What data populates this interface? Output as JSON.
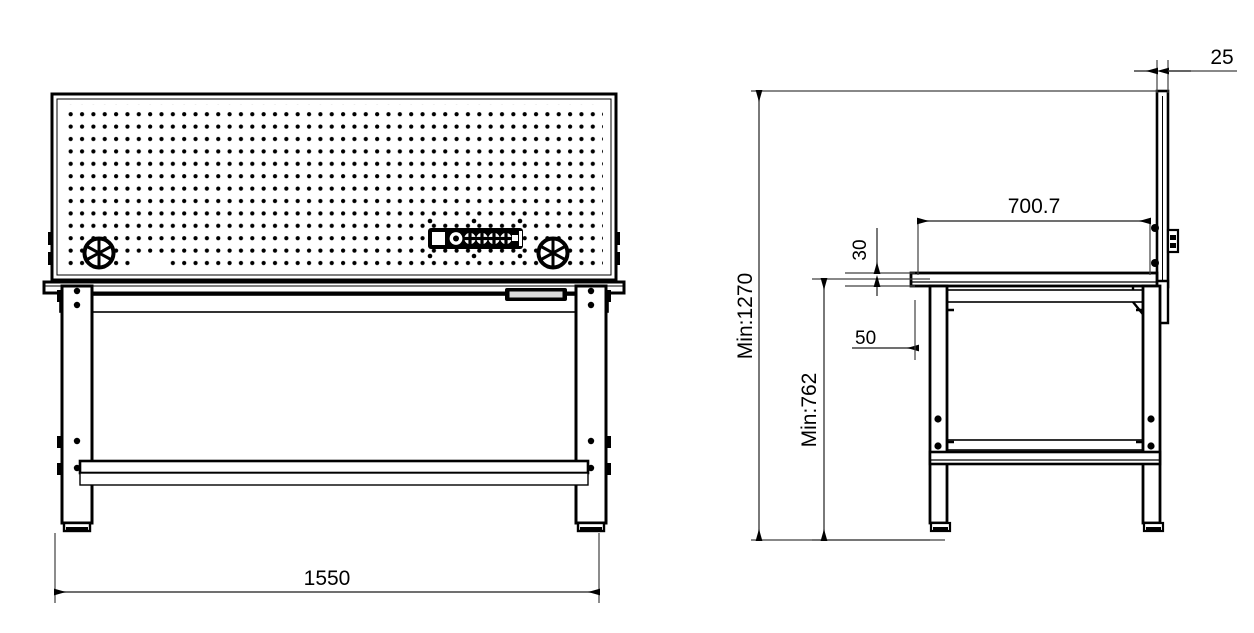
{
  "drawing": {
    "type": "engineering-drawing",
    "subject": "workbench-with-pegboard",
    "units": "mm",
    "views": [
      {
        "id": "front",
        "name": "front-elevation"
      },
      {
        "id": "side",
        "name": "side-elevation"
      }
    ]
  },
  "dimensions": {
    "overall_width": "1550",
    "overall_height_min": "Min:1270",
    "worktop_height_min": "Min:762",
    "worktop_depth": "700.7",
    "worktop_thickness": "30",
    "apron_offset": "50",
    "panel_thickness": "25"
  },
  "front_view": {
    "pegboard": {
      "name": "perforated-pegboard-panel",
      "hole_rows": 12,
      "hole_cols": 46
    },
    "accessories": [
      {
        "name": "fan-wheel-icon-left"
      },
      {
        "name": "power-strip",
        "sockets": 4
      },
      {
        "name": "fan-wheel-icon-right"
      }
    ],
    "worktop": {
      "name": "worktop-surface"
    },
    "drawer_label": {
      "name": "drawer-label-plate"
    },
    "legs": [
      {
        "name": "leg-left"
      },
      {
        "name": "leg-right"
      }
    ],
    "stretcher": {
      "name": "bottom-stretcher-rail"
    },
    "feet": [
      {
        "name": "leveling-foot-left"
      },
      {
        "name": "leveling-foot-right"
      }
    ]
  },
  "side_view": {
    "panel": {
      "name": "vertical-pegboard-panel"
    },
    "bracket": {
      "name": "panel-mounting-bracket"
    },
    "worktop": {
      "name": "worktop-slab"
    },
    "frame": {
      "name": "under-frame"
    },
    "legs": [
      {
        "name": "leg-front"
      },
      {
        "name": "leg-rear"
      }
    ],
    "shelf": {
      "name": "lower-shelf-rail"
    },
    "feet": [
      {
        "name": "leveling-foot-front"
      },
      {
        "name": "leveling-foot-rear"
      }
    ]
  },
  "colors": {
    "line": "#000000",
    "dim_line": "#404040",
    "background": "#ffffff"
  }
}
